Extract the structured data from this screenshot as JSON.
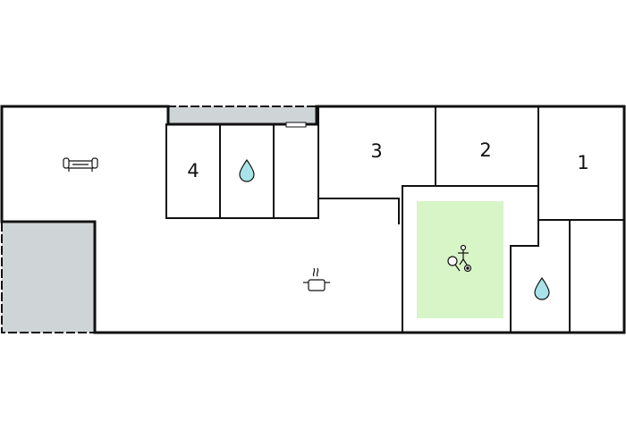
{
  "rooms": {
    "room_1": "1",
    "room_2": "2",
    "room_3": "3",
    "room_4": "4"
  },
  "colors": {
    "wall": "#111111",
    "outdoor_terrace": "#cfd4d7",
    "table_tennis_area": "#d8f5c8",
    "water_drop": "#a9e3ea",
    "background": "#ffffff"
  },
  "icons": {
    "living_room": "sofa-icon",
    "kitchen": "cooking-pot-icon",
    "bathroom_upper": "water-drop-icon",
    "bathroom_lower": "water-drop-icon",
    "recreation": "table-tennis-icon"
  }
}
